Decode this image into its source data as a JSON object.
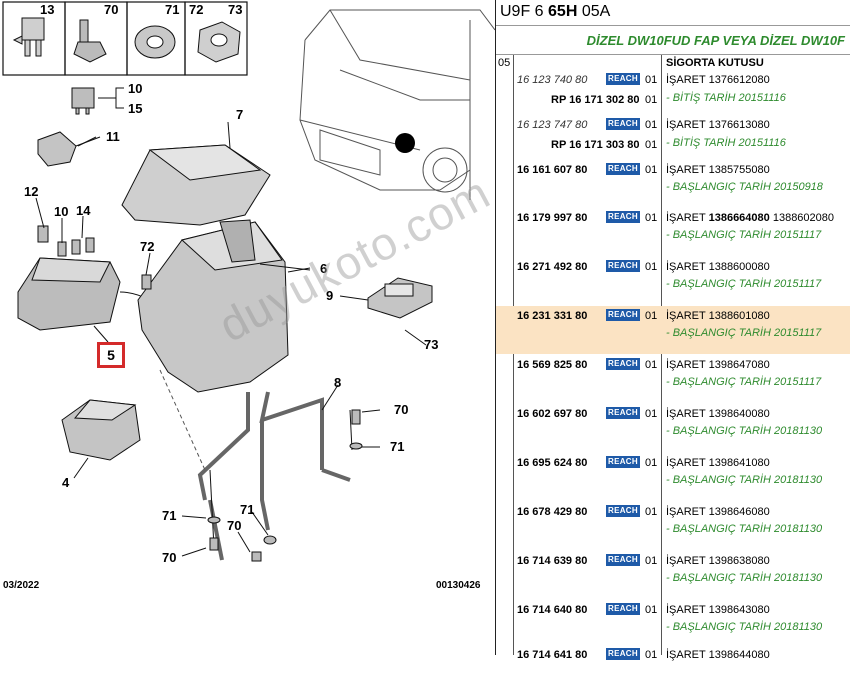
{
  "header": {
    "prefix": "U9F 6 ",
    "bold": "65H",
    "suffix": " 05A"
  },
  "engine_banner": "DİZEL DW10FUD FAP VEYA DİZEL DW10F",
  "group": {
    "code": "05",
    "title": "SİGORTA KUTUSU"
  },
  "reach_label": "REACH",
  "diagram": {
    "labels": {
      "l13": "13",
      "l70a": "70",
      "l71a": "71",
      "l72a": "72",
      "l73a": "73",
      "l10a": "10",
      "l15": "15",
      "l11": "11",
      "l7": "7",
      "l12": "12",
      "l10b": "10",
      "l14": "14",
      "l72b": "72",
      "l6": "6",
      "l9": "9",
      "l73b": "73",
      "l5": "5",
      "l8": "8",
      "l70b": "70",
      "l71b": "71",
      "l4": "4",
      "l71c": "71",
      "l71d": "71",
      "l70c": "70",
      "l70d": "70"
    },
    "footer_date": "03/2022",
    "footer_code": "00130426",
    "watermark": "duyukoto.com"
  },
  "parts": [
    {
      "pn": "16 123 740 80",
      "italic": true,
      "reach": true,
      "qty": "01",
      "desc": "İŞARET 1376612080",
      "date": "- BİTİŞ TARİH 20151116",
      "sub": {
        "pn": "RP 16 171 302 80",
        "qty": "01"
      }
    },
    {
      "pn": "16 123 747 80",
      "italic": true,
      "reach": true,
      "qty": "01",
      "desc": "İŞARET 1376613080",
      "date": "- BİTİŞ TARİH 20151116",
      "sub": {
        "pn": "RP 16 171 303 80",
        "qty": "01"
      }
    },
    {
      "pn": "16 161 607 80",
      "reach": true,
      "qty": "01",
      "desc": "İŞARET 1385755080",
      "date": "- BAŞLANGIÇ TARİH 20150918"
    },
    {
      "pn": "16 179 997 80",
      "reach": true,
      "qty": "01",
      "desc_pre": "İŞARET ",
      "desc_bold": "1386664080",
      "desc_post": " 1388602080",
      "date": "- BAŞLANGIÇ TARİH 20151117"
    },
    {
      "pn": "16 271 492 80",
      "reach": true,
      "qty": "01",
      "desc": "İŞARET 1388600080",
      "date": "- BAŞLANGIÇ TARİH 20151117"
    },
    {
      "pn": "16 231 331 80",
      "reach": true,
      "qty": "01",
      "desc": "İŞARET 1388601080",
      "date": "- BAŞLANGIÇ TARİH 20151117",
      "highlight": true
    },
    {
      "pn": "16 569 825 80",
      "reach": true,
      "qty": "01",
      "desc": "İŞARET 1398647080",
      "date": "- BAŞLANGIÇ TARİH 20151117"
    },
    {
      "pn": "16 602 697 80",
      "reach": true,
      "qty": "01",
      "desc": "İŞARET 1398640080",
      "date": "- BAŞLANGIÇ TARİH 20181130"
    },
    {
      "pn": "16 695 624 80",
      "reach": true,
      "qty": "01",
      "desc": "İŞARET 1398641080",
      "date": "- BAŞLANGIÇ TARİH 20181130"
    },
    {
      "pn": "16 678 429 80",
      "reach": true,
      "qty": "01",
      "desc": "İŞARET 1398646080",
      "date": "- BAŞLANGIÇ TARİH 20181130"
    },
    {
      "pn": "16 714 639 80",
      "reach": true,
      "qty": "01",
      "desc": "İŞARET 1398638080",
      "date": "- BAŞLANGIÇ TARİH 20181130"
    },
    {
      "pn": "16 714 640 80",
      "reach": true,
      "qty": "01",
      "desc": "İŞARET 1398643080",
      "date": "- BAŞLANGIÇ TARİH 20181130"
    },
    {
      "pn": "16 714 641 80",
      "reach": true,
      "qty": "01",
      "desc": "İŞARET 1398644080",
      "date": ""
    }
  ],
  "colors": {
    "green": "#2e8b2e",
    "reach_blue": "#1e5aa8",
    "highlight": "#fbe3c3",
    "callout_red": "#d42a2a"
  }
}
